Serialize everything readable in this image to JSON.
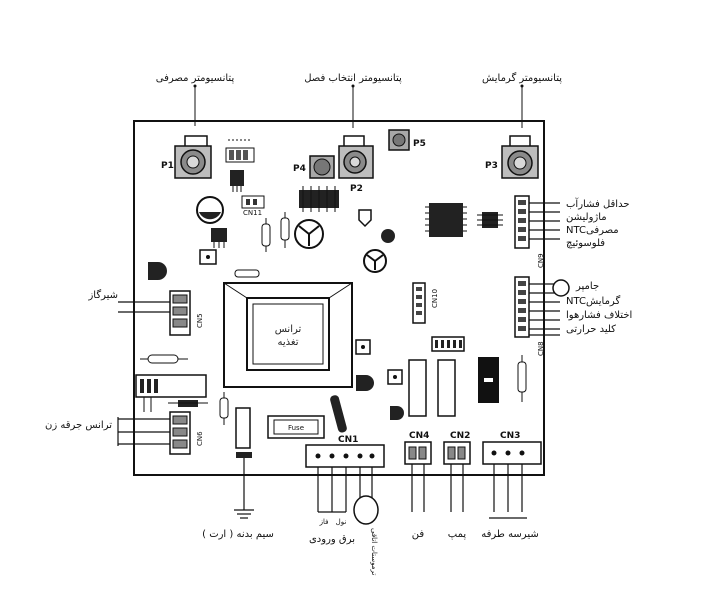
{
  "top_labels": {
    "p1_pot": "پتانسیومتر مصرفی",
    "p2_pot": "پتانسیومتر انتخاب فصل",
    "p3_pot": "پتانسیومتر گرمایش"
  },
  "pot_ids": {
    "p1": "P1",
    "p2": "P2",
    "p3": "P3",
    "p4": "P4",
    "p5": "P5"
  },
  "connectors": {
    "cn1": "CN1",
    "cn2": "CN2",
    "cn3": "CN3",
    "cn4": "CN4",
    "cn5": "CN5",
    "cn6": "CN6",
    "cn8": "CN8",
    "cn9": "CN9",
    "cn10": "CN10",
    "cn11": "CN11"
  },
  "right_labels_top": [
    "حداقل فشارآب",
    "ماژولیشن",
    "NTCمصرفی",
    "فلوسوئیچ"
  ],
  "right_labels_bottom": [
    "جامپر",
    "NTCگرمایش",
    "اختلاف فشارهوا",
    "کلید حرارتی"
  ],
  "left_labels": {
    "gas_valve": "شیرگاز",
    "ignition_transformer": "ترانس جرقه زن"
  },
  "transformer_label": [
    "ترانس",
    "تغذیه"
  ],
  "bottom_labels": {
    "earth": "سیم بدنه ( ارت )",
    "mains": "برق ورودی",
    "mains_phase": "فاز",
    "mains_neutral": "نول",
    "thermostat": "ترموستات اتاقی",
    "fan": "فن",
    "pump": "پمپ",
    "three_way": "شیرسه طرفه"
  },
  "fuse_label": "Fuse"
}
